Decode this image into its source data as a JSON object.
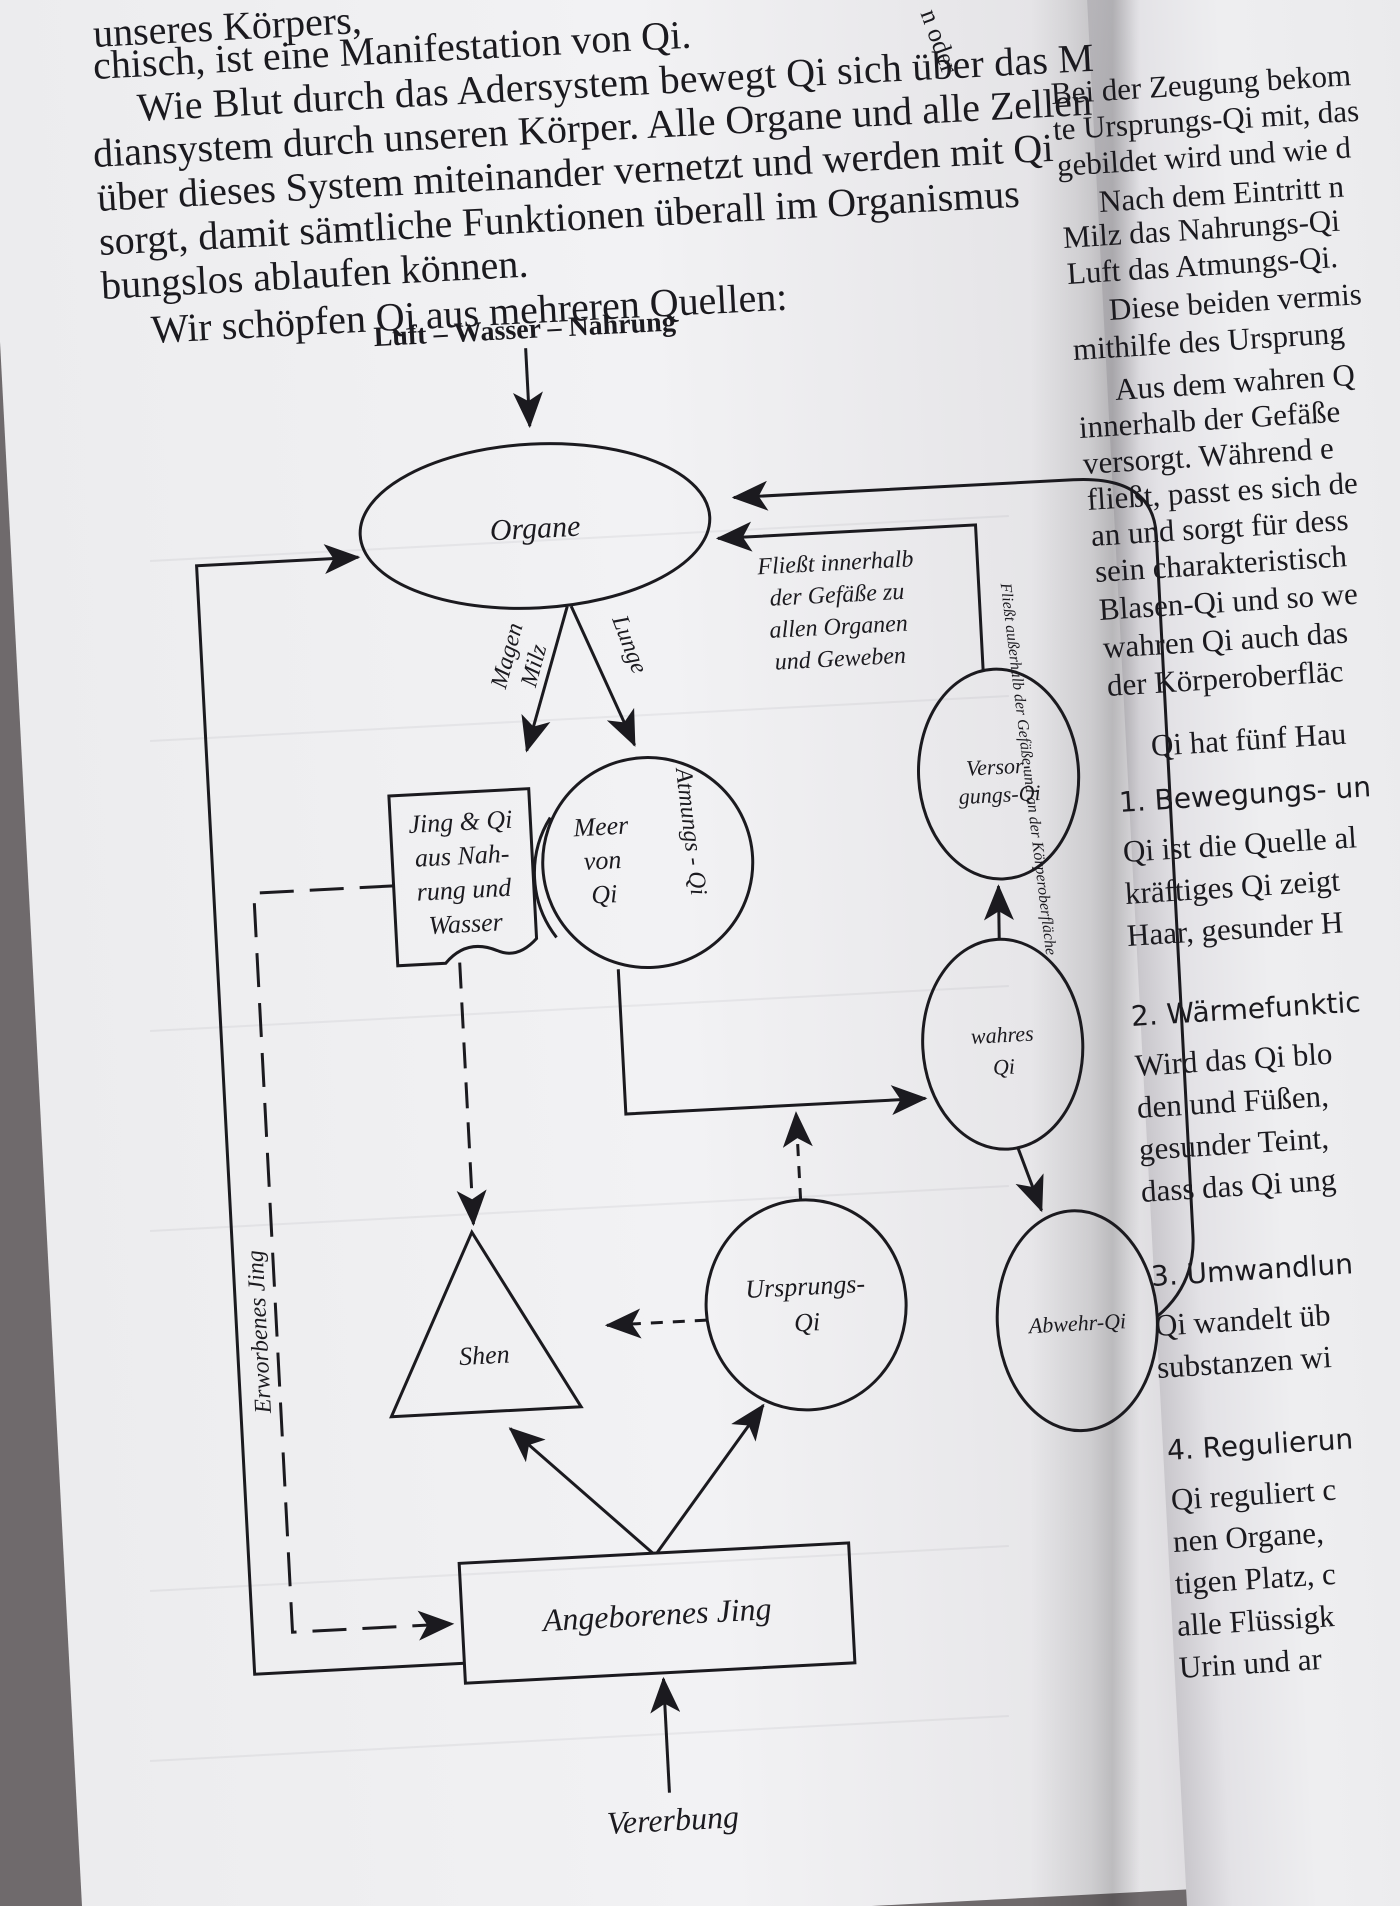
{
  "left_page": {
    "text_lines": [
      "unseres Körpers,",
      "chisch, ist eine Manifestation von Qi.",
      "Wie Blut durch das Adersystem bewegt Qi sich über das M",
      "diansystem durch unseren Körper. Alle Organe und alle Zellen",
      "über dieses System miteinander vernetzt und werden mit Qi",
      "sorgt, damit sämtliche Funktionen überall im Organismus",
      "bungslos ablaufen können.",
      "Wir schöpfen Qi aus mehreren Quellen:"
    ],
    "margin_fragment": "n oder"
  },
  "diagram": {
    "top_source": "Luft – Wasser – Nahrung",
    "organe": "Organe",
    "magen_milz": [
      "Magen",
      "Milz"
    ],
    "lunge": "Lunge",
    "jing_qi": [
      "Jing & Qi",
      "aus Nah-",
      "rung und",
      "Wasser"
    ],
    "meer_von_qi": [
      "Meer",
      "von",
      "Qi"
    ],
    "atmungs_qi": "Atmungs - Qi",
    "fliesst": [
      "Fließt innerhalb",
      "der Gefäße zu",
      "allen Organen",
      "und Geweben"
    ],
    "versorgungs_qi": [
      "Versor-",
      "gungs-Qi"
    ],
    "wahres_qi": [
      "wahres",
      "Qi"
    ],
    "ursprungs_qi": [
      "Ursprungs-",
      "Qi"
    ],
    "abwehr_qi": "Abwehr-Qi",
    "shen": "Shen",
    "erworbenes_jing": "Erworbenes Jing",
    "angeborenes_jing": "Angeborenes Jing",
    "vererbung": "Vererbung",
    "side_label": "Fließt außerhalb der Gefäße und an der Körperoberfläche"
  },
  "right_page": {
    "lines": [
      "Bei der Zeugung bekom",
      "te Ursprungs-Qi mit, das",
      "gebildet wird und wie d",
      "Nach dem Eintritt n",
      "Milz das Nahrungs-Qi",
      "Luft das Atmungs-Qi.",
      "Diese beiden vermis",
      "mithilfe des Ursprung",
      "Aus dem wahren Q",
      "innerhalb der Gefäße",
      "versorgt. Während e",
      "fließt, passt es sich de",
      "an und sorgt für dess",
      "sein charakteristisch",
      "Blasen-Qi und so we",
      "wahren Qi auch das",
      "der Körperoberfläc",
      "Qi hat fünf Hau"
    ],
    "sections": [
      {
        "heading": "1. Bewegungs- un",
        "lines": [
          "Qi ist die Quelle al",
          "kräftiges Qi zeigt",
          "Haar, gesunder H"
        ]
      },
      {
        "heading": "2. Wärmefunktic",
        "lines": [
          "Wird das Qi blo",
          "den und Füßen,",
          "gesunder Teint,",
          "dass das Qi ung"
        ]
      },
      {
        "heading": "3. Umwandlun",
        "lines": [
          "Qi wandelt üb",
          "substanzen wi"
        ]
      },
      {
        "heading": "4. Regulierun",
        "lines": [
          "Qi reguliert c",
          "nen Organe,",
          "tigen Platz, c",
          "alle Flüssigk",
          "Urin und ar"
        ]
      }
    ]
  }
}
